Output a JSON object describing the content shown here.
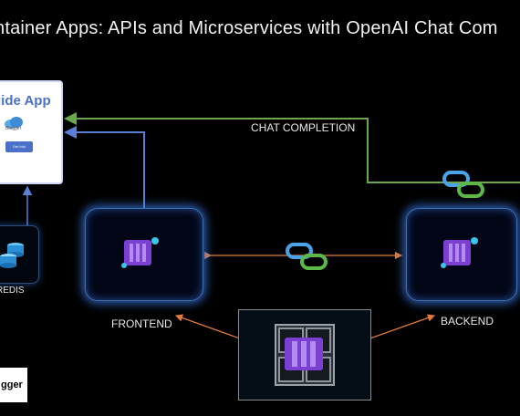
{
  "title": "ntainer Apps: APIs and Microservices with OpenAI Chat Com",
  "app": {
    "title": "uide App",
    "brand": "Blogger",
    "button": "Get Info"
  },
  "labels": {
    "chat_completion": "CHAT COMPLETION",
    "frontend": "FRONTEND",
    "backend": "BACKEND",
    "redis": "REDIS"
  },
  "logo": "gger",
  "colors": {
    "background": "#000000",
    "glow": "#3c78e6",
    "frontend_wire": "#5b7fd6",
    "completion_wire": "#6aa84f",
    "peer_wire": "#e07b39",
    "container_purple": "#7b3fd1"
  }
}
